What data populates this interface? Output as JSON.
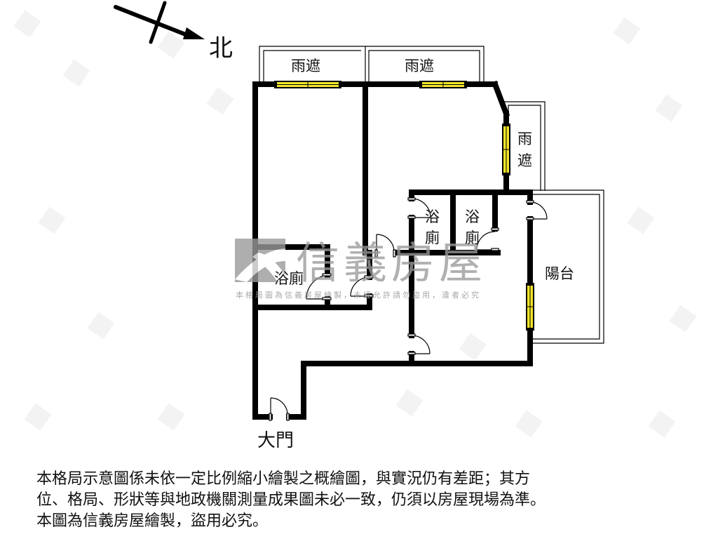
{
  "compass": {
    "label": "北",
    "meaning": "north"
  },
  "rooms": {
    "canopy_top_left": "雨遮",
    "canopy_top_right": "雨遮",
    "canopy_right_line1": "雨",
    "canopy_right_line2": "遮",
    "bath_upper_left_line1": "浴",
    "bath_upper_left_line2": "廁",
    "bath_upper_right_line1": "浴",
    "bath_upper_right_line2": "廁",
    "bath_lower": "浴廁",
    "balcony": "陽台",
    "main_door": "大門"
  },
  "watermark": {
    "brand": "信義房屋",
    "notice": "本格局圖為信義房屋繪製，未經允許請勿盜用，違者必究"
  },
  "disclaimer": {
    "line1": "本格局示意圖係未依一定比例縮小繪製之概繪圖，與實況仍有差距；其方",
    "line2": "位、格局、形狀等與地政機關測量成果圖未必一致，仍須以房屋現場為準。",
    "line3": "本圖為信義房屋繪製，盜用必究。"
  },
  "colors": {
    "wall": "#000000",
    "window": "#f2e52a",
    "watermark": "#9a9a9a",
    "background": "#ffffff"
  }
}
